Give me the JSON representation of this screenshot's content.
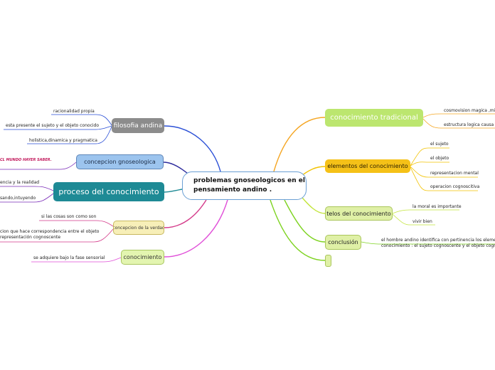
{
  "central": {
    "line1": "problemas gnoseologicos en el",
    "line2": "pensamiento andino ."
  },
  "left": {
    "filosofia": {
      "label": "filosofia andina",
      "leaves": [
        "racionalidad propia",
        "esta presente el sujeto y el objeto conocido",
        "holistica,dinamica y pragmatica"
      ]
    },
    "concepcion": {
      "label": "concepcion gnoseologica",
      "leaves": [
        "CL MUNDO HAYER SABER."
      ]
    },
    "proceso": {
      "label": "proceso del conocimiento",
      "leaves": [
        "encia y la realidad",
        "sando,intuyendo"
      ]
    },
    "concepcion_verdad": {
      "label": "concepcion de la verdad",
      "leaves": [
        "si las cosas son como son",
        "cion que hace correspondencia entre el objeto",
        "representación cognoscente"
      ]
    },
    "conocimiento": {
      "label": "conocimiento",
      "leaves": [
        "se adquiere bajo la fase sensorial"
      ]
    }
  },
  "right": {
    "tradicional": {
      "label": "conocimiento tradicional",
      "leaves": [
        "cosmovision magica ,miti",
        "estructura logica causa y"
      ]
    },
    "elementos": {
      "label": "elementos del conocimiento",
      "leaves": [
        "el sujeto",
        "el objeto",
        "representacion mental",
        "operacion cognoscitiva"
      ]
    },
    "telos": {
      "label": "telos del conocimiento",
      "leaves": [
        "la moral es importante",
        "vivir bien"
      ]
    },
    "conclusion": {
      "label": "conclusión",
      "leaves": [
        "el hombre andino identifica con pertinencia los elementos",
        "conocimiento : el sujeto cognoscente y el objeto cognosc"
      ]
    }
  },
  "colors": {
    "filosofia": "#8c8c8c",
    "concepcion": "#9cc4ee",
    "proceso": "#1e8a95",
    "concepcion_verdad": "#f7efb8",
    "conocimiento": "#e3f5b0",
    "tradicional": "#bce66f",
    "elementos": "#f5c118",
    "telos": "#dff0a6",
    "branch_blue": "#2a4fd6",
    "branch_navy": "#2c2a9c",
    "branch_purple": "#7a2bb8",
    "branch_teal": "#1e8a95",
    "branch_magenta": "#d43a8a",
    "branch_pink": "#e04fd8",
    "branch_orange": "#f5a623",
    "branch_yellow": "#f2c200",
    "branch_lime": "#c3e53c",
    "branch_green": "#7ed321"
  }
}
